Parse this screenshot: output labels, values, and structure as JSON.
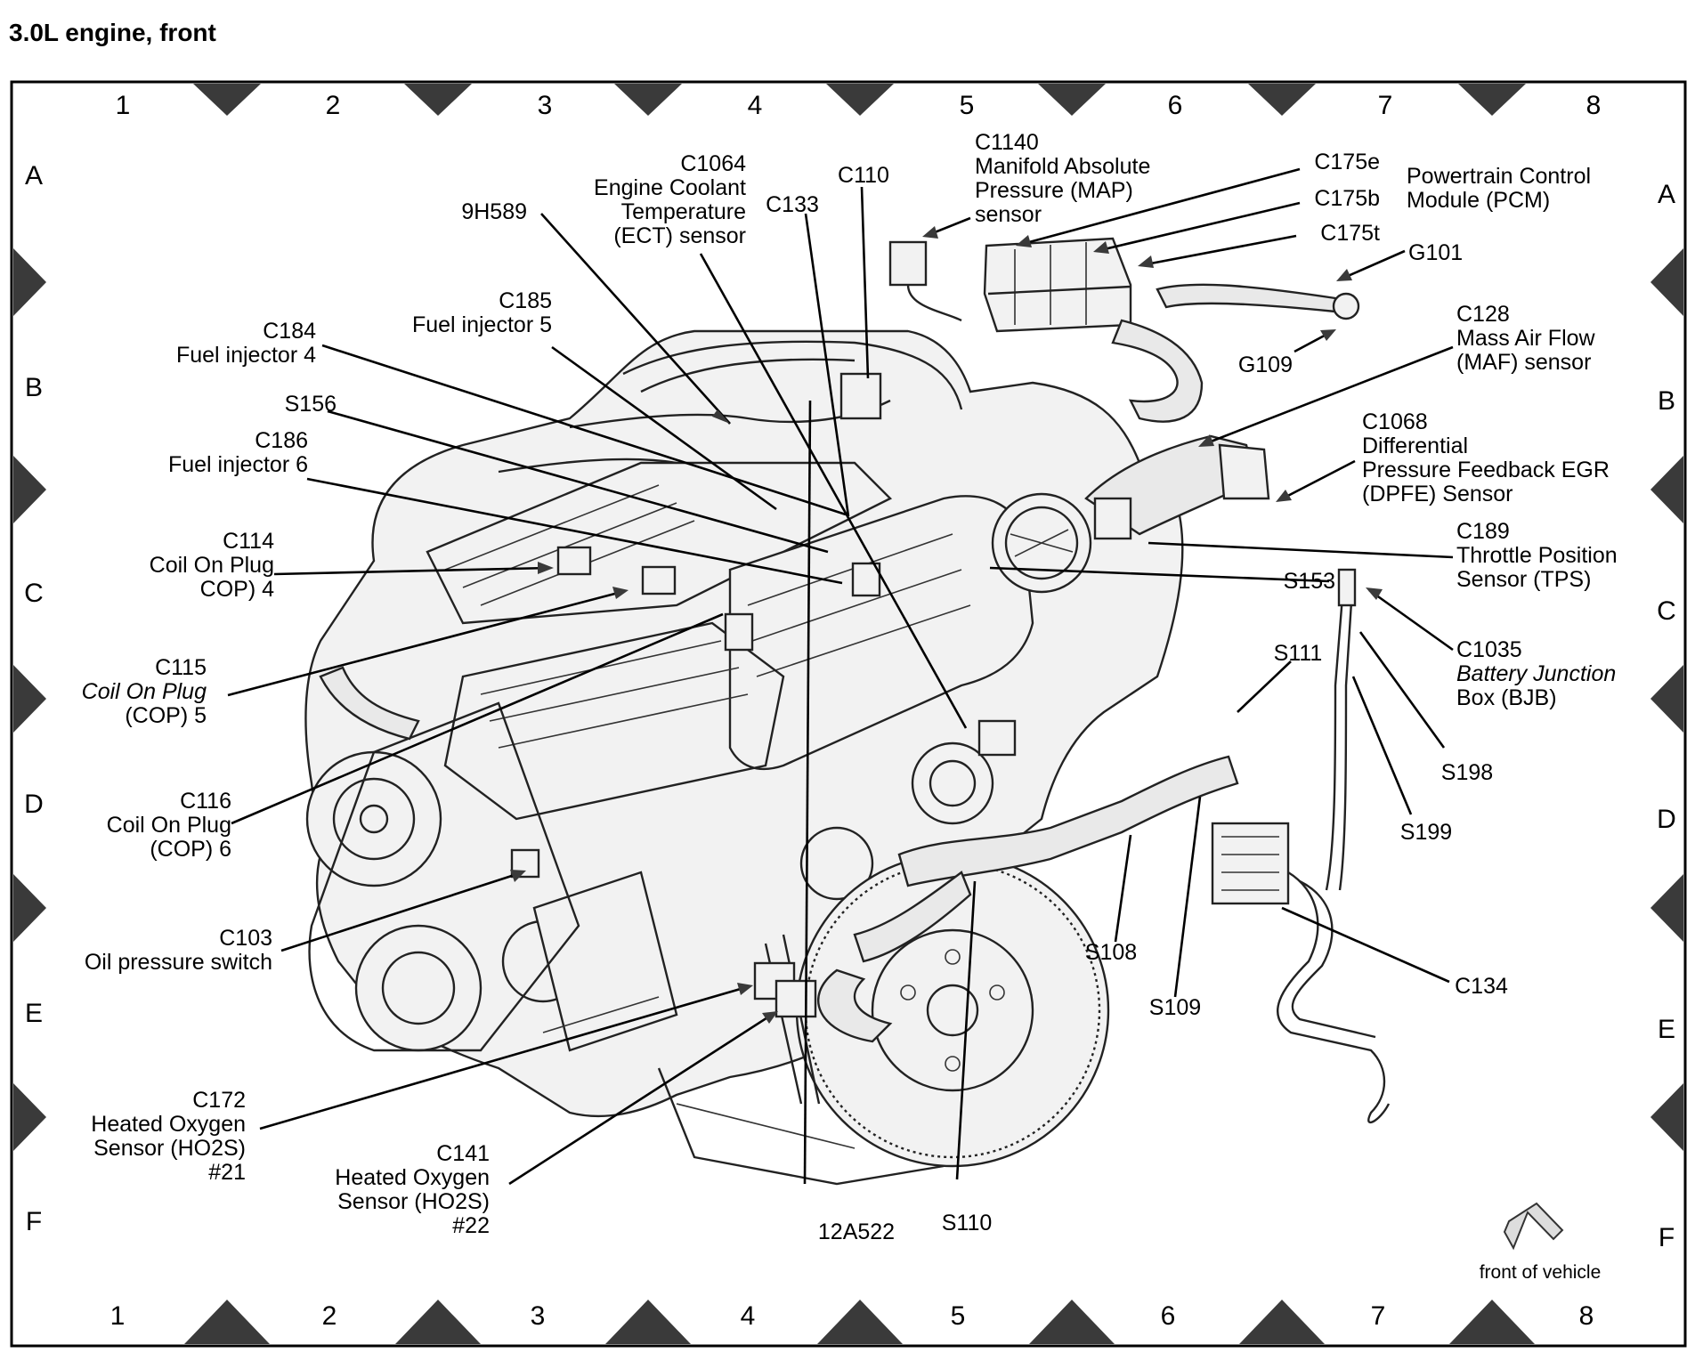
{
  "title": "3.0L  engine,  front",
  "grid": {
    "columns": [
      "1",
      "2",
      "3",
      "4",
      "5",
      "6",
      "7",
      "8"
    ],
    "rows": [
      "A",
      "B",
      "C",
      "D",
      "E",
      "F"
    ]
  },
  "labels": {
    "c1064": [
      "C1064",
      "Engine Coolant",
      "Temperature",
      "(ECT) sensor"
    ],
    "c110": [
      "C110"
    ],
    "c133": [
      "C133"
    ],
    "c1140": [
      "C1140",
      "Manifold Absolute",
      "Pressure (MAP)",
      "sensor"
    ],
    "c175e": [
      "C175e"
    ],
    "c175b": [
      "C175b"
    ],
    "c175t": [
      "C175t"
    ],
    "pcm": [
      "Powertrain Control",
      "Module (PCM)"
    ],
    "g101": [
      "G101"
    ],
    "g109": [
      "G109"
    ],
    "h9589": [
      "9H589"
    ],
    "c185": [
      "C185",
      "Fuel injector 5"
    ],
    "c184": [
      "C184",
      "Fuel injector 4"
    ],
    "s156": [
      "S156"
    ],
    "c186": [
      "C186",
      "Fuel injector 6"
    ],
    "c128": [
      "C128",
      "Mass Air Flow",
      "(MAF) sensor"
    ],
    "c1068": [
      "C1068",
      "Differential",
      "Pressure Feedback EGR",
      "(DPFE) Sensor"
    ],
    "c189": [
      "C189",
      "Throttle Position",
      "Sensor (TPS)"
    ],
    "s153": [
      "S153"
    ],
    "c114": [
      "C114",
      "Coil On Plug",
      "COP) 4"
    ],
    "c115": [
      "C115",
      "Coil On Plug",
      "(COP) 5"
    ],
    "c116": [
      "C116",
      "Coil On Plug",
      "(COP) 6"
    ],
    "s111": [
      "S111"
    ],
    "c1035": [
      "C1035",
      "Battery Junction",
      "Box (BJB)"
    ],
    "s198": [
      "S198"
    ],
    "s199": [
      "S199"
    ],
    "c103": [
      "C103",
      "Oil pressure switch"
    ],
    "s108": [
      "S108"
    ],
    "s109": [
      "S109"
    ],
    "c134": [
      "C134"
    ],
    "c172": [
      "C172",
      "Heated Oxygen",
      "Sensor (HO2S)",
      "#21"
    ],
    "c141": [
      "C141",
      "Heated Oxygen",
      "Sensor (HO2S)",
      "#22"
    ],
    "a12522": [
      "12A522"
    ],
    "s110": [
      "S110"
    ],
    "front": [
      "front of vehicle"
    ]
  }
}
